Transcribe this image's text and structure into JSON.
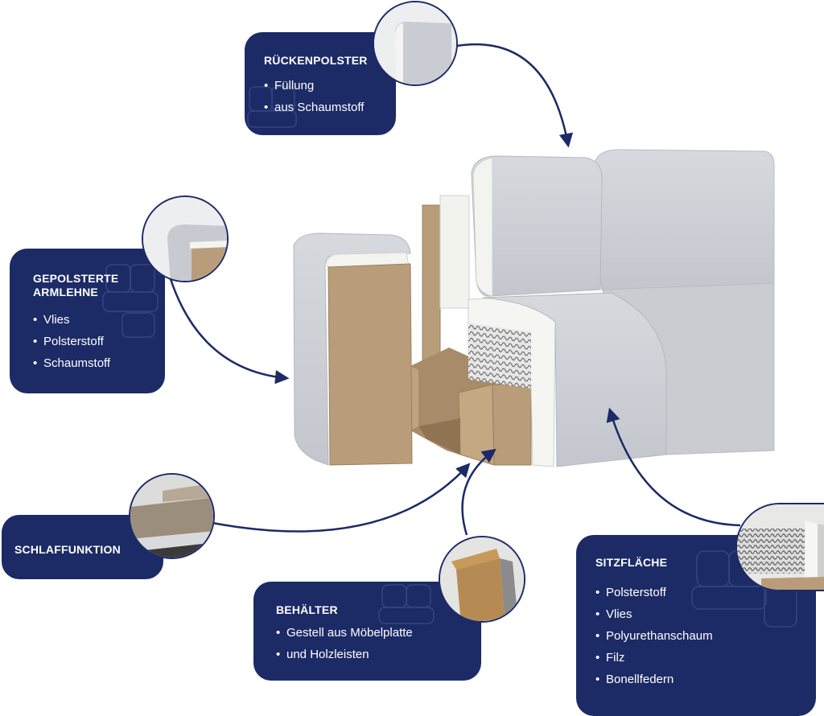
{
  "callouts": {
    "backrest": {
      "title": "RÜCKENPOLSTER",
      "items": [
        "Füllung",
        "aus Schaumstoff"
      ]
    },
    "armrest": {
      "title_lines": [
        "GEPOLSTERTE",
        "ARMLEHNE"
      ],
      "items": [
        "Vlies",
        "Polsterstoff",
        "Schaumstoff"
      ]
    },
    "sleep": {
      "title": "SCHLAFFUNKTION"
    },
    "storage": {
      "title": "BEHÄLTER",
      "items": [
        "Gestell aus Möbelplatte",
        "und Holzleisten"
      ]
    },
    "seat": {
      "title": "SITZFLÄCHE",
      "items": [
        "Polsterstoff",
        "Vlies",
        "Polyurethanschaum",
        "Filz",
        "Bonellfedern"
      ]
    }
  },
  "colors": {
    "card": "#1c2b66",
    "fabric": "#cdd0d5",
    "wood": "#b99d7a",
    "foam": "#f4f4f2",
    "text": "#ffffff"
  }
}
